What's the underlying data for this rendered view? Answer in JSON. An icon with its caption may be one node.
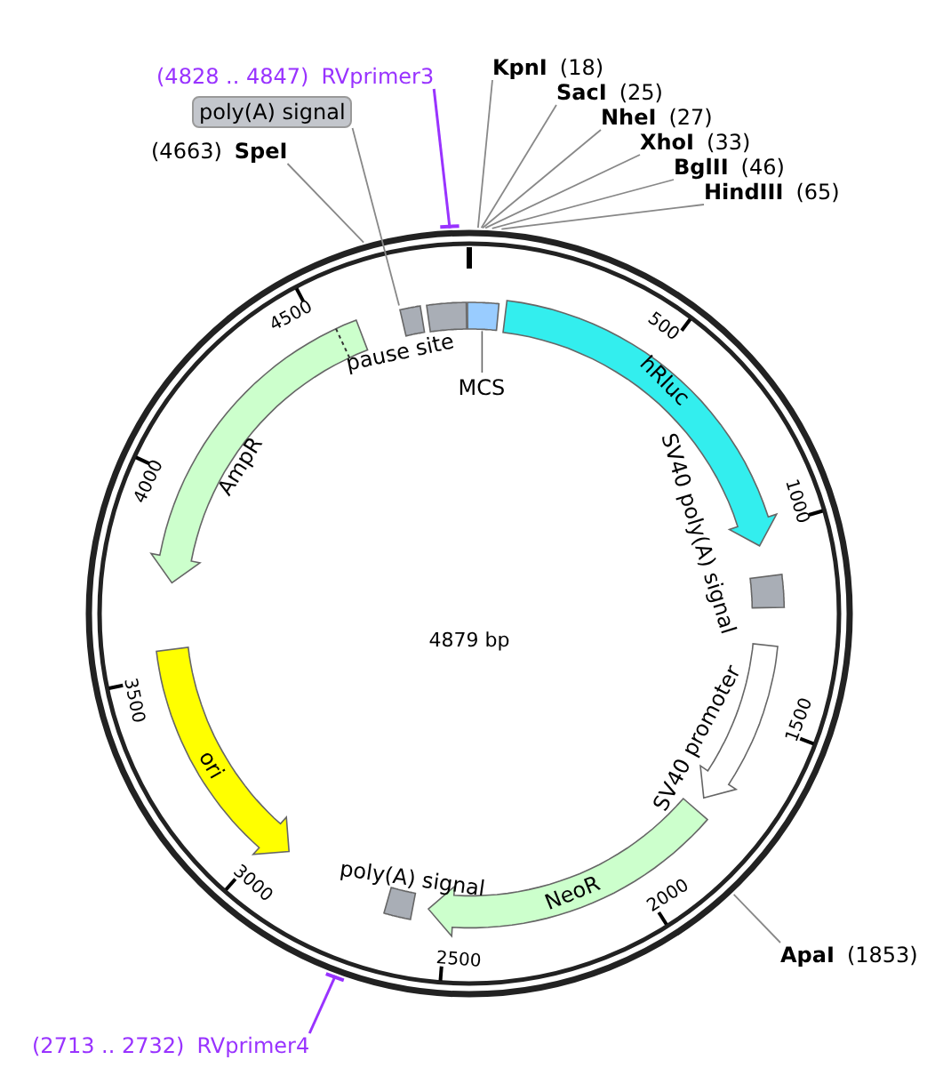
{
  "diagram": {
    "nodes": [
      {
        "text": [
          "hRluc"
        ]
      },
      {
        "text": [
          "SV40 poly(A) signal"
        ]
      },
      {
        "text": [
          "SV40 promoter"
        ]
      },
      {
        "text": [
          "NeoR"
        ]
      },
      {
        "text": [
          "poly(A) signal"
        ]
      },
      {
        "text": [
          "ori"
        ]
      },
      {
        "text": [
          "AmpR"
        ]
      },
      {
        "text": [
          "pause site"
        ]
      },
      {
        "text": [
          "MCS"
        ]
      },
      {
        "text": [],
        "shape": "box"
      },
      {
        "text": [
          "poly(A) signal"
        ]
      },
      {
        "text": [
          "(4663)",
          "SpeI"
        ]
      },
      {
        "text": [
          "(4828 .. 4847)",
          "RVprimer3"
        ]
      },
      {
        "text": [
          "KpnI",
          "(18)"
        ]
      },
      {
        "text": [
          "SacI",
          "(25)"
        ]
      },
      {
        "text": [
          "NheI",
          "(27)"
        ]
      },
      {
        "text": [
          "XhoI",
          "(33)"
        ]
      },
      {
        "text": [
          "BglII",
          "(46)"
        ]
      },
      {
        "text": [
          "HindIII",
          "(65)"
        ]
      },
      {
        "text": [
          "ApaI",
          "(1853)"
        ]
      },
      {
        "text": [
          "(2713 .. 2732)",
          "RVprimer4"
        ]
      }
    ],
    "edges": [
      {
        "from": 10,
        "to": 9,
        "arrow": "none"
      },
      {
        "from": 11,
        "to": null,
        "arrow": "none"
      },
      {
        "from": 12,
        "to": null,
        "arrow": "none",
        "color": "#9933ff"
      },
      {
        "from": 13,
        "to": null,
        "arrow": "none"
      },
      {
        "from": 14,
        "to": null,
        "arrow": "none"
      },
      {
        "from": 15,
        "to": null,
        "arrow": "none"
      },
      {
        "from": 16,
        "to": null,
        "arrow": "none"
      },
      {
        "from": 17,
        "to": null,
        "arrow": "none"
      },
      {
        "from": 18,
        "to": null,
        "arrow": "none"
      },
      {
        "from": 19,
        "to": null,
        "arrow": "none"
      },
      {
        "from": 20,
        "to": null,
        "arrow": "none",
        "color": "#9933ff"
      }
    ],
    "labels": [
      "500",
      "1000",
      "1500",
      "2000",
      "2500",
      "3000",
      "3500",
      "4000",
      "4500",
      "4879 bp"
    ]
  }
}
